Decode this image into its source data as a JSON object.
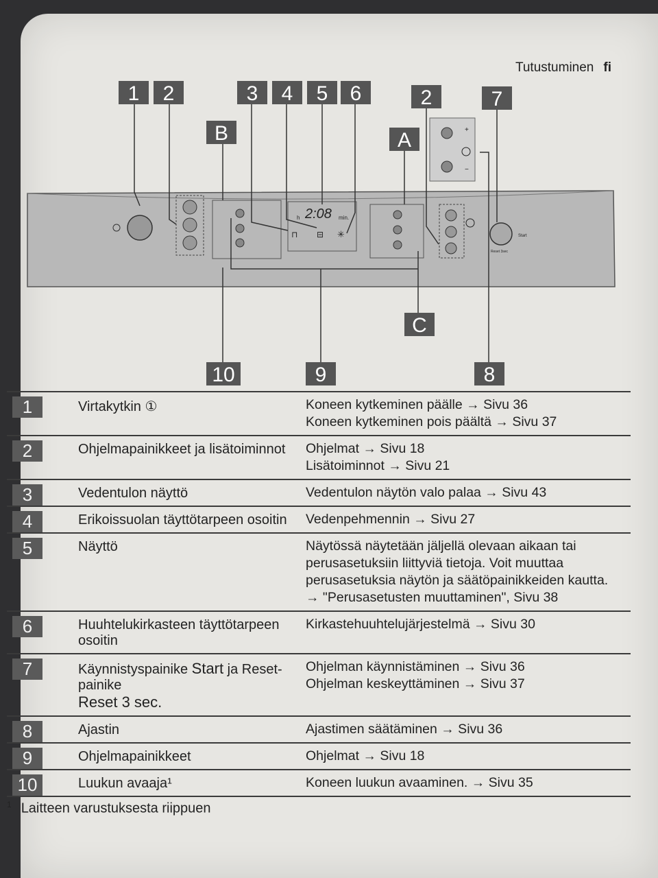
{
  "header": {
    "section": "Tutustuminen",
    "lang": "fi"
  },
  "diagram": {
    "callouts_top": [
      "1",
      "2",
      "3",
      "4",
      "5",
      "6",
      "2",
      "7"
    ],
    "callouts_letters": [
      "B",
      "A",
      "C"
    ],
    "callouts_bottom": [
      "10",
      "9",
      "8"
    ],
    "display_text": "2:08",
    "display_h": "h",
    "display_min": "min.",
    "start_label": "Start",
    "reset_label": "Reset 3sec"
  },
  "rows": [
    {
      "num": "1",
      "name": "Virtakytkin ①",
      "refs": [
        "Koneen kytkeminen päälle → Sivu 36",
        "Koneen kytkeminen pois päältä → Sivu 37"
      ]
    },
    {
      "num": "2",
      "name": "Ohjelmapainikkeet ja lisätoiminnot",
      "refs": [
        "Ohjelmat → Sivu 18",
        "Lisätoiminnot → Sivu 21"
      ]
    },
    {
      "num": "3",
      "name": "Vedentulon näyttö",
      "refs": [
        "Vedentulon näytön valo palaa → Sivu 43"
      ]
    },
    {
      "num": "4",
      "name": "Erikoissuolan täyttötarpeen osoitin",
      "refs": [
        "Vedenpehmennin → Sivu 27"
      ]
    },
    {
      "num": "5",
      "name": "Näyttö",
      "refs": [
        "Näytössä näytetään jäljellä olevaan aikaan tai",
        "perusasetuksiin liittyviä tietoja. Voit muuttaa",
        "perusasetuksia näytön ja säätöpainikkeiden kautta.",
        "→ \"Perusasetusten muuttaminen\", Sivu 38"
      ]
    },
    {
      "num": "6",
      "name": "Huuhtelukirkasteen täyttötarpeen osoitin",
      "refs": [
        "Kirkastehuuhtelujärjestelmä → Sivu 30"
      ]
    },
    {
      "num": "7",
      "name_a": "Käynnistyspainike ",
      "name_b": "Start",
      "name_c": " ja Reset-painike",
      "name_d": "Reset 3 sec.",
      "refs": [
        "Ohjelman käynnistäminen → Sivu 36",
        "Ohjelman keskeyttäminen → Sivu 37"
      ]
    },
    {
      "num": "8",
      "name": "Ajastin",
      "refs": [
        "Ajastimen säätäminen → Sivu 36"
      ]
    },
    {
      "num": "9",
      "name": "Ohjelmapainikkeet",
      "refs": [
        "Ohjelmat → Sivu 18"
      ]
    },
    {
      "num": "10",
      "name": "Luukun avaaja¹",
      "refs": [
        "Koneen luukun avaaminen. → Sivu 35"
      ]
    }
  ],
  "footnote": {
    "mark": "1",
    "text": "Laitteen varustuksesta riippuen"
  }
}
